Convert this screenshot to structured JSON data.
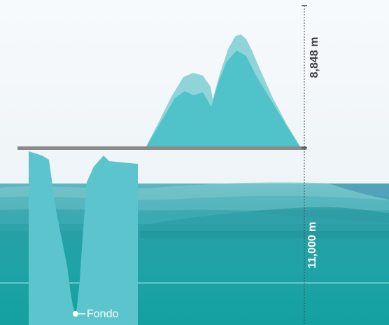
{
  "labels": {
    "mountain_height": "8,848 m",
    "ocean_depth": "11,000 m",
    "bottom_marker": "Fondo"
  },
  "colors": {
    "sky": "#f4f8fa",
    "mountain_light": "#8fd4d8",
    "mountain_main": "#4fc3c9",
    "trench": "#5cc4cc",
    "sea_surface": "#6fbfc6",
    "sea_deep": "#1e9a9f",
    "sea_level_bar": "#8a8a8a",
    "measure_line": "#4a4a4a"
  }
}
